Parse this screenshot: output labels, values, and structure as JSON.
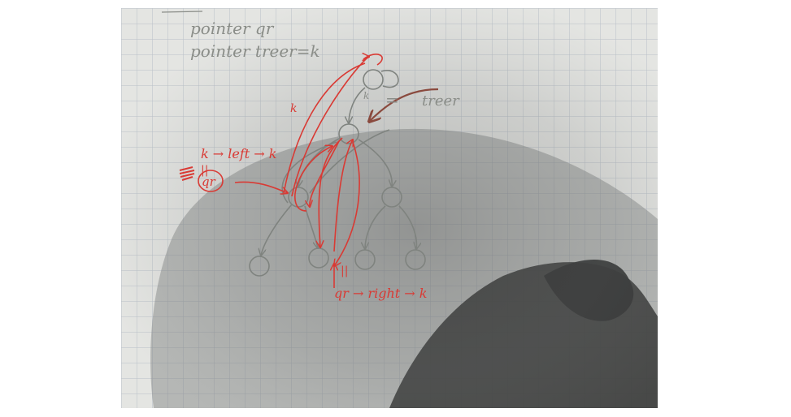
{
  "notes": {
    "line1": "pointer qr",
    "line2": "pointer treer=k",
    "tree_label": "treer",
    "left_label": "k → left → k",
    "circled_var": "qr",
    "eq_mark_top": "=",
    "eq_mark_left": "||",
    "eq_mark_bottom": "||",
    "right_label": "qr → right → k",
    "edge_mark_k": "k",
    "edge_mark_k2": "k"
  },
  "colors": {
    "paper": "#e4e5e2",
    "grid": "#b9c0c8",
    "pencil": "#8a8d88",
    "red_ink": "#d93a34",
    "brown_ink": "#8a4a3e",
    "shadow": "#5a5a58"
  }
}
